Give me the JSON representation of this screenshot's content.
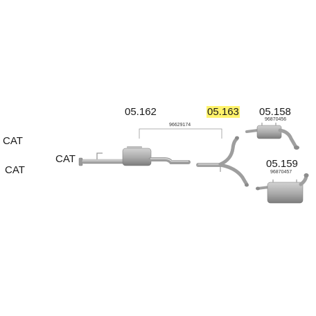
{
  "labels": {
    "cat_1": "CAT",
    "cat_2": "CAT",
    "cat_3": "CAT",
    "part_05162": "05.162",
    "part_05163": "05.163",
    "part_05158": "05.158",
    "part_05159": "05.159",
    "oem_96629174": "96629174",
    "oem_96870456": "96870456",
    "oem_96870457": "96870457"
  },
  "highlight_color": "#fff36b"
}
